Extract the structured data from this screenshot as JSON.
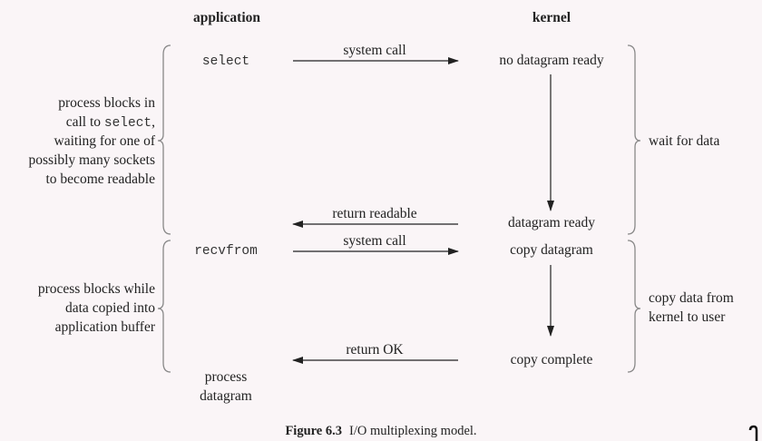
{
  "headers": {
    "application": "application",
    "kernel": "kernel"
  },
  "phase1": {
    "app_call": "select",
    "call_label": "system call",
    "kernel_start": "no datagram ready",
    "return_label": "return readable",
    "kernel_end": "datagram ready",
    "left_note": [
      "process blocks in",
      "call to ",
      "select",
      ",",
      "waiting for one of",
      "possibly many sockets",
      "to become readable"
    ],
    "right_note": "wait for data"
  },
  "phase2": {
    "app_call": "recvfrom",
    "call_label": "system call",
    "kernel_start": "copy datagram",
    "return_label": "return OK",
    "kernel_end": "copy complete",
    "app_end": [
      "process",
      "datagram"
    ],
    "left_note": [
      "process blocks while",
      "data copied into",
      "application buffer"
    ],
    "right_note": [
      "copy data from",
      "kernel to user"
    ]
  },
  "caption": {
    "label": "Figure 6.3",
    "text": "I/O multiplexing model."
  }
}
